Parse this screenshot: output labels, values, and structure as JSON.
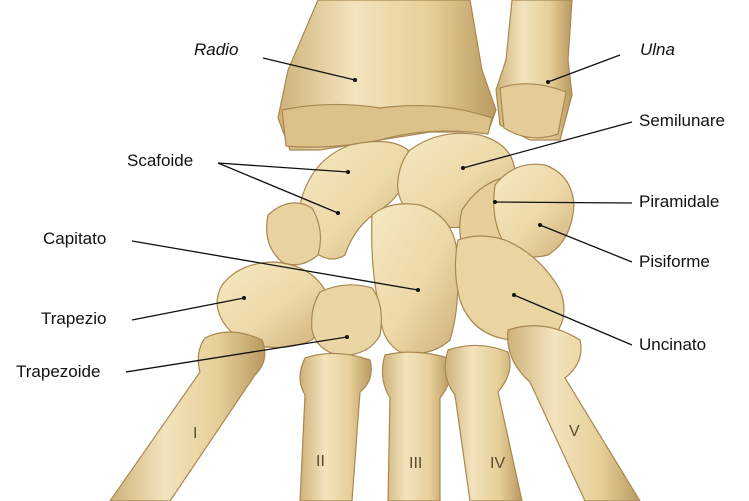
{
  "labels": {
    "radio": "Radio",
    "ulna": "Ulna",
    "semilunare": "Semilunare",
    "scafoide": "Scafoide",
    "piramidale": "Piramidale",
    "capitato": "Capitato",
    "pisiforme": "Pisiforme",
    "trapezio": "Trapezio",
    "uncinato": "Uncinato",
    "trapezoide": "Trapezoide"
  },
  "metacarpals": [
    "I",
    "II",
    "III",
    "IV",
    "V"
  ],
  "colors": {
    "bone": "#ecd9a8",
    "bone_shadow": "#c9a96a",
    "bone_outline": "#a88850",
    "leader_line": "#111111"
  }
}
